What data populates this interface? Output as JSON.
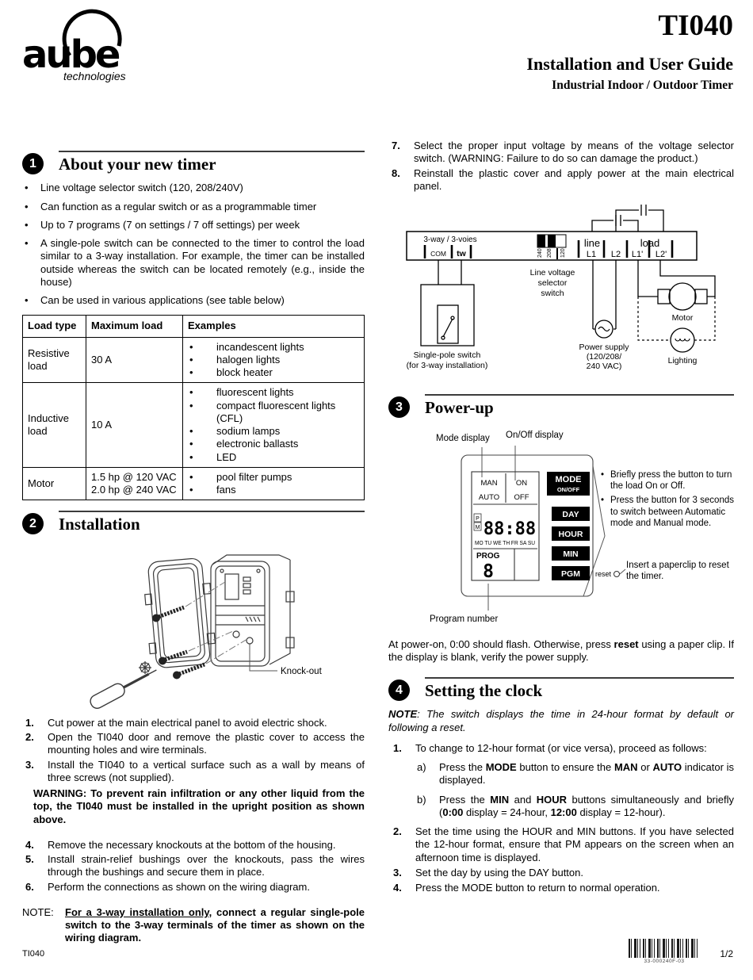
{
  "header": {
    "logo": "aube",
    "logo_sub": "technologies",
    "product": "TI040",
    "guide_title": "Installation and User Guide",
    "guide_subtitle": "Industrial Indoor / Outdoor Timer"
  },
  "s1": {
    "number": "1",
    "title": "About your new timer",
    "bullets": [
      "Line voltage selector switch (120, 208/240V)",
      "Can function as a regular switch or as a programmable timer",
      "Up to 7 programs (7 on settings / 7 off settings) per week",
      "A single-pole switch can be connected to the timer to control the load similar to a 3-way installation. For example, the timer can be installed outside whereas the switch can be located remotely (e.g., inside the house)",
      "Can be used in various applications (see table below)"
    ]
  },
  "load_table": {
    "headers": [
      "Load type",
      "Maximum load",
      "Examples"
    ],
    "rows": [
      {
        "type": "Resistive load",
        "max": "30 A",
        "examples": [
          "incandescent lights",
          "halogen lights",
          "block heater"
        ]
      },
      {
        "type": "Inductive load",
        "max": "10 A",
        "examples": [
          "fluorescent lights",
          "compact fluorescent lights (CFL)",
          "sodium lamps",
          "electronic ballasts",
          "LED"
        ]
      },
      {
        "type": "Motor",
        "max1": "1.5 hp @ 120 VAC",
        "max2": "2.0 hp @ 240 VAC",
        "examples": [
          "pool filter pumps",
          "fans"
        ]
      }
    ]
  },
  "s2": {
    "number": "2",
    "title": "Installation",
    "knockout": "Knock-out",
    "nums": [
      "1.",
      "2.",
      "3.",
      "4.",
      "5.",
      "6."
    ],
    "steps": [
      "Cut power at the main electrical panel to avoid electric shock.",
      "Open the TI040 door and remove the plastic cover to access the mounting holes and wire terminals.",
      "Install the TI040 to a vertical surface such as a wall by means of three screws (not supplied)."
    ],
    "warning": "WARNING: To prevent rain infiltration or any other liquid from the top, the TI040 must be installed in the upright position as shown above.",
    "steps2": [
      "Remove the necessary knockouts at the bottom of the housing.",
      "Install strain-relief bushings over the knockouts, pass the wires through the bushings and secure them in place.",
      "Perform the connections as shown on the wiring diagram."
    ],
    "note_label": "NOTE:",
    "note_underline": "For a 3-way installation only",
    "note_rest": ", connect a regular single-pole switch to the 3-way terminals of the timer as shown on the wiring diagram."
  },
  "right78": {
    "n7": "7.",
    "t7": "Select the proper input voltage by means of the voltage selector switch. (WARNING: Failure to do so can damage the product.)",
    "n8": "8.",
    "t8": "Reinstall the plastic cover and apply power at the main electrical panel."
  },
  "wiring": {
    "three_way": "3-way / 3-voies",
    "com": "COM",
    "tw": "tw",
    "v240": "240",
    "v208": "208",
    "v120": "120",
    "line": "line",
    "l1": "L1",
    "l2": "L2",
    "load": "load",
    "l1p": "L1'",
    "l2p": "L2'",
    "sel1": "Line voltage",
    "sel2": "selector",
    "sel3": "switch",
    "sw1": "Single-pole switch",
    "sw2": "(for 3-way installation)",
    "ps1": "Power supply",
    "ps2": "(120/208/",
    "ps3": "240 VAC)",
    "motor": "Motor",
    "lighting": "Lighting"
  },
  "s3": {
    "number": "3",
    "title": "Power-up",
    "mode_display": "Mode display",
    "onoff_display": "On/Off display",
    "lcd": {
      "man": "MAN",
      "on": "ON",
      "auto": "AUTO",
      "off": "OFF",
      "p": "P",
      "m": "M",
      "time": "88:88",
      "days": "MO TU WE TH FR SA SU",
      "prog": "PROG",
      "prognum": "8"
    },
    "btn": {
      "mode": "MODE",
      "onoff": "ON/OFF",
      "day": "DAY",
      "hour": "HOUR",
      "min": "MIN",
      "pgm": "PGM"
    },
    "reset": "reset",
    "bullets": [
      "Briefly press the button to turn the load On or Off.",
      "Press the button for 3 seconds to switch between Automatic mode and Manual mode."
    ],
    "paperclip": "Insert a paperclip to reset the timer.",
    "program_number": "Program number",
    "note_p1": "At power-on, 0:00 should flash. Otherwise, press ",
    "note_b": "reset",
    "note_p2": " using a paper clip. If the display is blank, verify the power supply."
  },
  "s4": {
    "number": "4",
    "title": "Setting the clock",
    "note_b": "NOTE",
    "note_rest": ": The switch displays the time in 24-hour format by default or following a reset.",
    "n1": "1.",
    "t1": "To change to 12-hour format (or vice versa), proceed as follows:",
    "la": "a)",
    "a": {
      "p1": "Press the ",
      "b1": "MODE",
      "p2": " button to ensure the ",
      "b2": "MAN",
      "p3": " or ",
      "b3": "AUTO",
      "p4": " indicator is displayed."
    },
    "lb": "b)",
    "b": {
      "p1": "Press the ",
      "b1": "MIN",
      "p2": " and ",
      "b2": "HOUR",
      "p3": " buttons simultaneously and briefly (",
      "b3": "0:00",
      "p4": " display = 24-hour, ",
      "b4": "12:00",
      "p5": " display = 12-hour)."
    },
    "n2": "2.",
    "t2": "Set the time using the HOUR and MIN buttons. If you have selected the 12-hour format, ensure that PM appears on the screen when an afternoon time is displayed.",
    "n3": "3.",
    "t3": "Set the day by using the DAY button.",
    "n4": "4.",
    "t4": "Press the MODE button to return to normal operation."
  },
  "footer": {
    "model": "TI040",
    "page": "1/2",
    "barcode": "33-000240F-03"
  }
}
